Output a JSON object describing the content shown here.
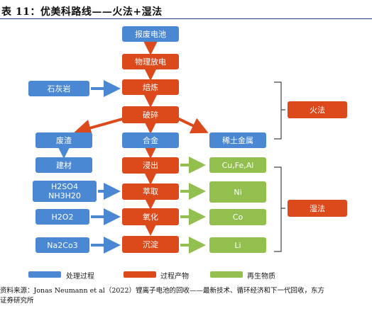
{
  "title": "表 11：优美科路线——火法+湿法",
  "nodes": {
    "battery_disposal": "报废电池",
    "physical_discharge": "物理放电",
    "limestone": "石灰岩",
    "smelting": "焙炼",
    "crushing": "破碎",
    "slag": "废渣",
    "alloy": "合金",
    "rare_earth": "稀土金属",
    "building_material": "建材",
    "leaching": "浸出",
    "cu_fe_al": "Cu,Fe,Al",
    "h2so4_nh3": [
      "H2SO4",
      "NH3H20"
    ],
    "extraction": "萃取",
    "ni": "Ni",
    "h2o2": "H2O2",
    "oxidation": "氧化",
    "co": "Co",
    "na2co3": "Na2Co3",
    "precipitation": "沉淀",
    "li": "Li",
    "pyro": "火法",
    "hydro": "湿法"
  },
  "legend": {
    "process": "处理过程",
    "product": "过程产物",
    "recycled": "再生物质"
  },
  "source": [
    "资料来源：Jonas Neumann et al（2022）锂离子电池的回收——最新技术、循环经济和下一代回收，东方",
    "证券研究所"
  ],
  "colors": {
    "process_blue": "#4a88d3",
    "product_orange": "#dc4a1b",
    "recycled_green": "#92bf4d"
  }
}
